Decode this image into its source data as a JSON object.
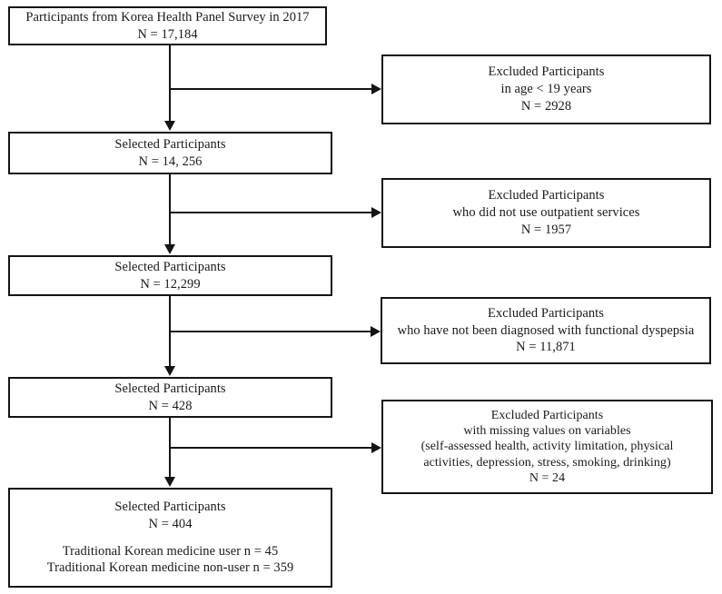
{
  "diagram": {
    "title": "Participant selection flow diagram",
    "ink_color": "#141414",
    "background": "#ffffff"
  },
  "nodes": {
    "start": {
      "lines": [
        "Participants from Korea Health Panel Survey in 2017",
        "N = 17,184"
      ]
    },
    "selected_1": {
      "lines": [
        "Selected Participants",
        "N = 14, 256"
      ]
    },
    "selected_2": {
      "lines": [
        "Selected Participants",
        "N = 12,299"
      ]
    },
    "selected_3": {
      "lines": [
        "Selected Participants",
        "N = 428"
      ]
    },
    "final": {
      "lines": [
        "Selected Participants",
        "N = 404"
      ],
      "detail_lines": [
        "Traditional Korean medicine user n = 45",
        "Traditional Korean medicine non-user n = 359"
      ]
    },
    "excluded_1": {
      "lines": [
        "Excluded Participants",
        "in age < 19 years",
        "N = 2928"
      ]
    },
    "excluded_2": {
      "lines": [
        "Excluded Participants",
        "who did not use outpatient services",
        "N = 1957"
      ]
    },
    "excluded_3": {
      "lines": [
        "Excluded Participants",
        "who have not been diagnosed with functional dyspepsia",
        "N = 11,871"
      ]
    },
    "excluded_4": {
      "lines": [
        "Excluded Participants",
        "with missing values on variables",
        "(self-assessed health, activity limitation, physical",
        "activities, depression, stress, smoking, drinking)",
        "N = 24"
      ]
    }
  }
}
